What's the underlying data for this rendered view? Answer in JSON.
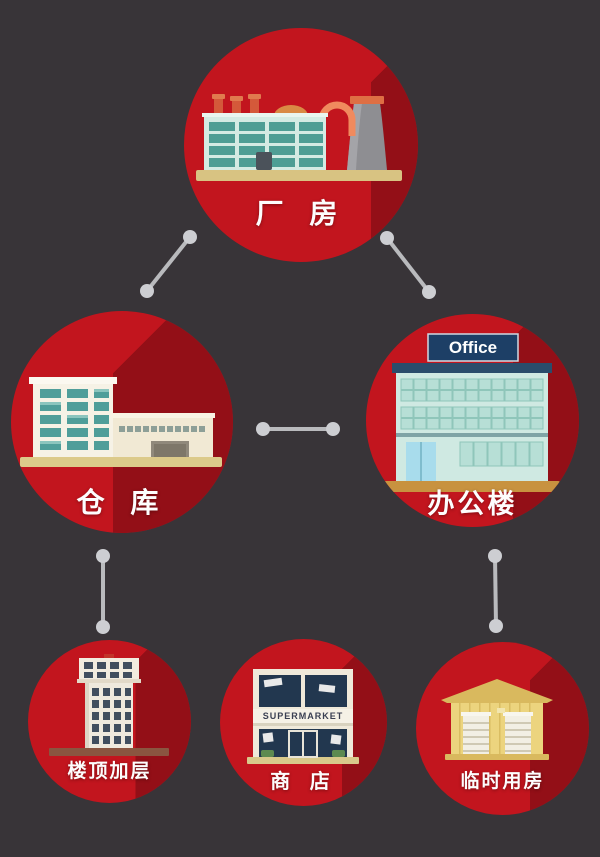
{
  "palette": {
    "background": "#383438",
    "circle_red": "#c2151e",
    "circle_long_shadow": "#8e1018",
    "connector_gray": "#b9babd",
    "connector_dot": "#cdced2",
    "label_text": "#fdfdfd",
    "platform_tan": "#d8c382",
    "building_mint": "#cfe9e2",
    "window_teal": "#4e9e94",
    "sign_navy": "#1d3f66",
    "shed_yellow": "#ecd47e"
  },
  "nodes": [
    {
      "id": "factory",
      "label": "厂 房",
      "icon": "factory-building"
    },
    {
      "id": "warehouse",
      "label": "仓 库",
      "icon": "warehouse-building"
    },
    {
      "id": "office",
      "label": "办公楼",
      "icon": "office-building",
      "sign_text": "Office"
    },
    {
      "id": "rooftop-addition",
      "label": "楼顶加层",
      "icon": "highrise-building"
    },
    {
      "id": "shop",
      "label": "商 店",
      "icon": "supermarket-building",
      "sign_text": "SUPERMARKET"
    },
    {
      "id": "temporary-housing",
      "label": "临时用房",
      "icon": "shed-building"
    }
  ],
  "edges": [
    {
      "from": "factory",
      "to": "warehouse"
    },
    {
      "from": "factory",
      "to": "office"
    },
    {
      "from": "warehouse",
      "to": "office"
    },
    {
      "from": "warehouse",
      "to": "rooftop-addition"
    },
    {
      "from": "office",
      "to": "temporary-housing"
    }
  ]
}
